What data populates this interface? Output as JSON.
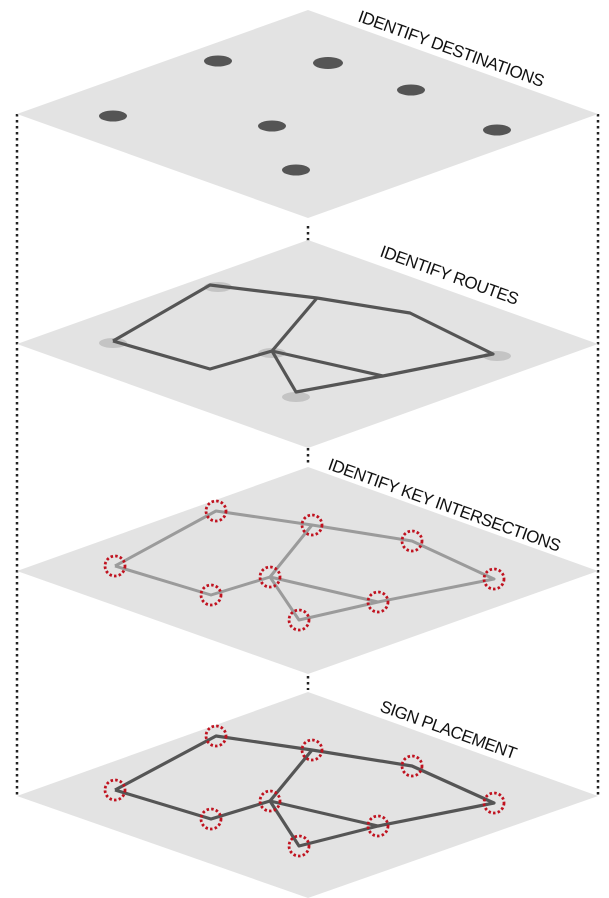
{
  "colors": {
    "plane": "#e3e3e3",
    "destination": "#555555",
    "destination_faded": "#c4c4c4",
    "route_dark": "#555555",
    "route_light": "#9b9b9b",
    "intersection_marker": "#c0121f",
    "connector": "#222222"
  },
  "layers": [
    {
      "id": "destinations",
      "label": "IDENTIFY DESTINATIONS"
    },
    {
      "id": "routes",
      "label": "IDENTIFY ROUTES"
    },
    {
      "id": "key-intersections",
      "label": "IDENTIFY KEY INTERSECTIONS"
    },
    {
      "id": "sign-placement",
      "label": "SIGN PLACEMENT"
    }
  ]
}
